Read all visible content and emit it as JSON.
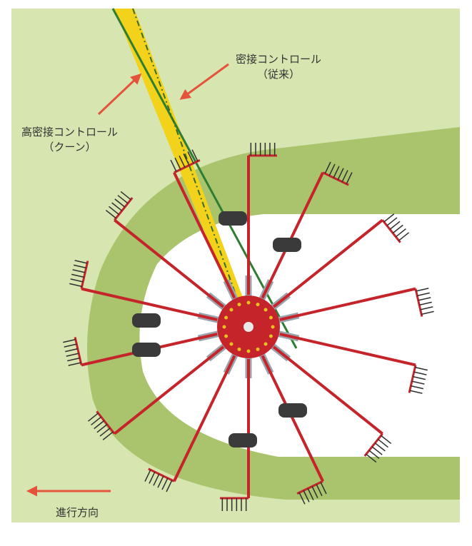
{
  "labels": {
    "conventional_line1": "密接コントロール",
    "conventional_line2": "（従来）",
    "high_line1": "高密接コントロール",
    "high_line2": "（クーン）",
    "direction": "進行方向"
  },
  "colors": {
    "field": "#d7e5b0",
    "swath": "#a9c46c",
    "clearing": "#ffffff",
    "machine_red": "#c5242b",
    "tine_black": "#2f2f2f",
    "arrow": "#e5533b",
    "line_green": "#2e7d32",
    "line_yellow": "#f2d21b",
    "tire": "#3a3a3a",
    "hub_yellow": "#e8c020"
  },
  "icons": {
    "arrow_high": "arrow-icon",
    "arrow_conventional": "arrow-icon",
    "arrow_direction": "left-arrow-icon"
  }
}
